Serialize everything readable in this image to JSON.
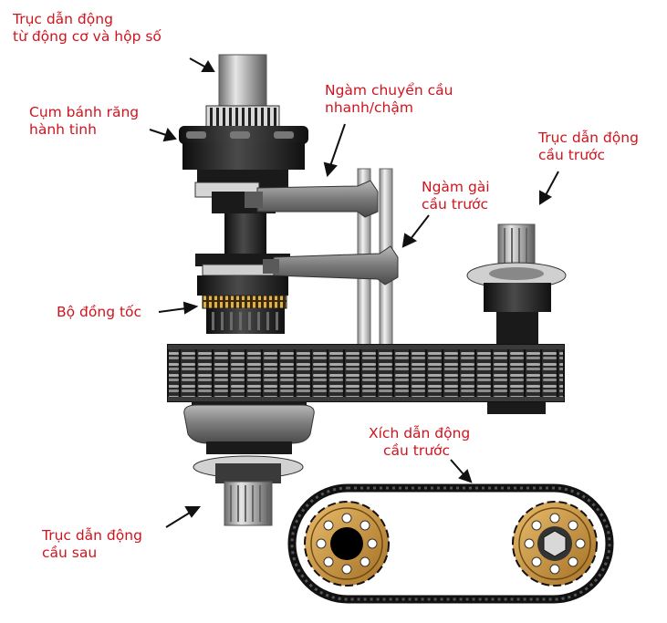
{
  "colors": {
    "label": "#d0141e",
    "metal_dark": "#1e1e1e",
    "metal_mid": "#7a7a7a",
    "metal_light": "#d8d8d8",
    "sprocket_gold": "#c9933f",
    "synchro_gold": "#e2b04a"
  },
  "labels": {
    "input_shaft": {
      "line1": "Trục dẫn động",
      "line2": "từ động cơ và hộp số"
    },
    "planetary_gear": {
      "line1": "Cụm bánh răng",
      "line2": "hành tinh"
    },
    "range_fork": {
      "line1": "Ngàm chuyển cầu",
      "line2": "nhanh/chậm"
    },
    "front_axle_fork": {
      "line1": "Ngàm gài",
      "line2": "cầu trước"
    },
    "front_output_shaft": {
      "line1": "Trục dẫn động",
      "line2": "cầu trước"
    },
    "synchronizer": {
      "line1": "Bộ đồng tốc"
    },
    "front_chain": {
      "line1": "Xích dẫn động",
      "line2": "cầu trước"
    },
    "rear_output_shaft": {
      "line1": "Trục dẫn động",
      "line2": "cầu sau"
    }
  }
}
